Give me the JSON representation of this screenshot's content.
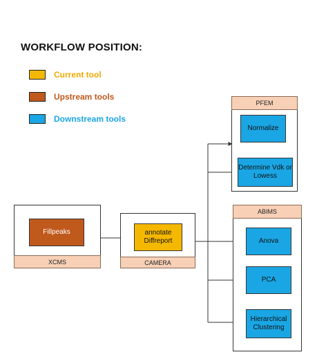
{
  "title": "WORKFLOW POSITION:",
  "legend": [
    {
      "label": "Current tool",
      "color": "#f5b800",
      "text_color": "#f0a800"
    },
    {
      "label": "Upstream tools",
      "color": "#c0591c",
      "text_color": "#c0591c"
    },
    {
      "label": "Downstream tools",
      "color": "#1aa6e4",
      "text_color": "#1aa6e4"
    }
  ],
  "groups": {
    "xcms": {
      "label": "XCMS",
      "tool": "Fillpeaks"
    },
    "camera": {
      "label": "CAMERA",
      "tool": "annotate Diffreport"
    },
    "pfem": {
      "label": "PFEM",
      "tools": [
        "Normalize",
        "Determine Vdk or Lowess"
      ]
    },
    "abims": {
      "label": "ABIMS",
      "tools": [
        "Anova",
        "PCA",
        "Hierarchical Clustering"
      ]
    }
  }
}
